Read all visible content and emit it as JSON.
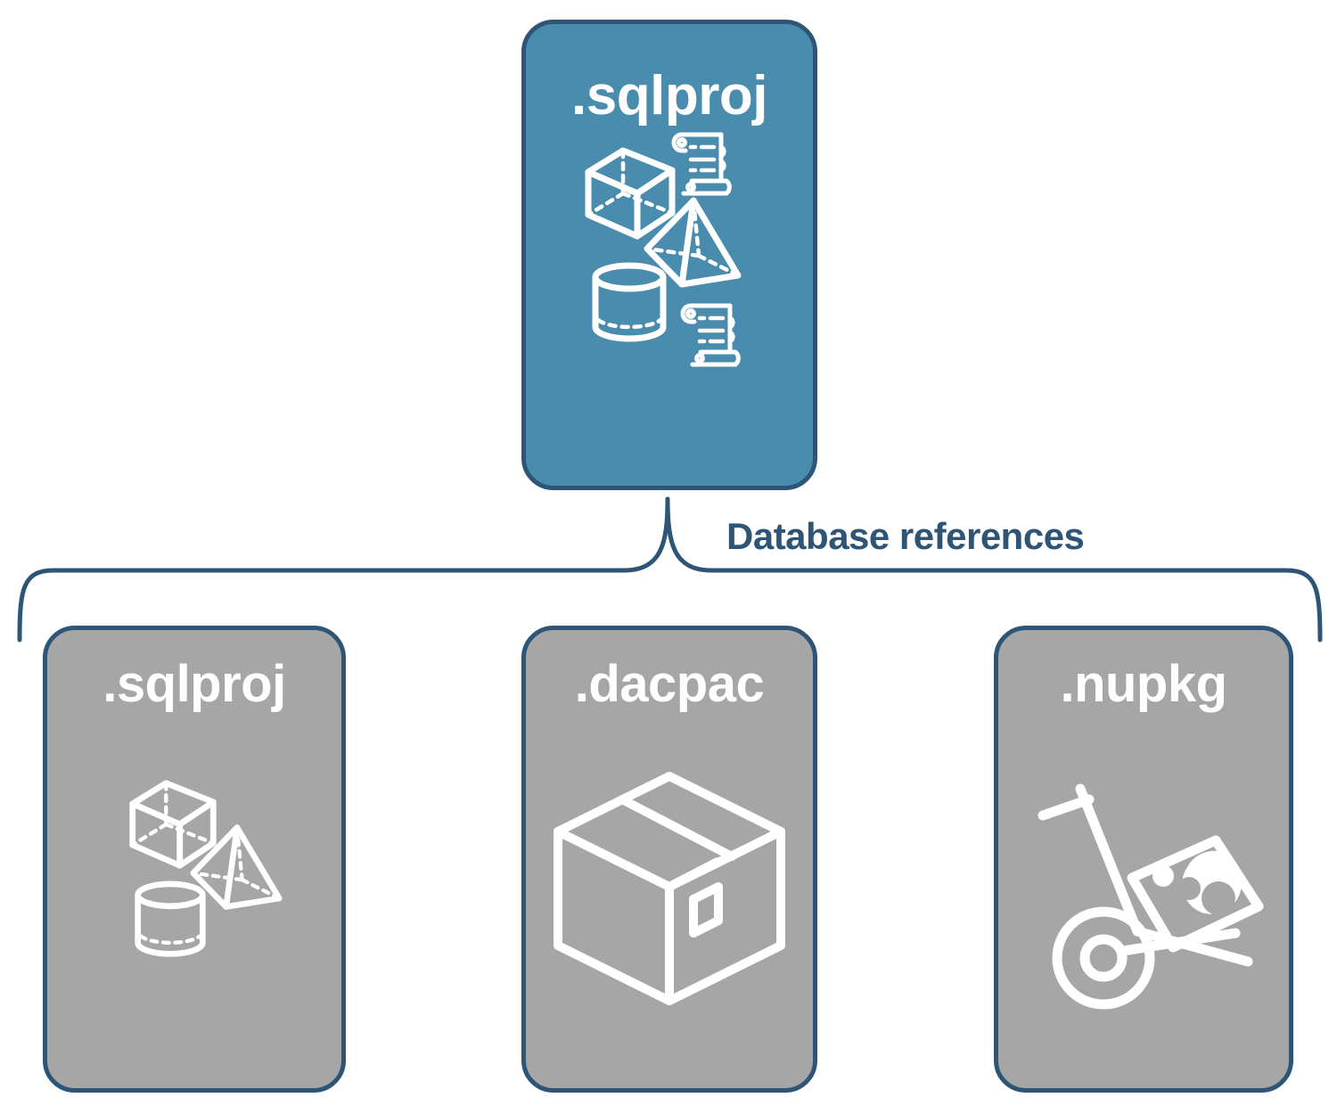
{
  "diagram": {
    "title_card": {
      "label": ".sqlproj",
      "fill": "#4a8cae",
      "border": "#2e5576",
      "icons": [
        "cube-icon",
        "pyramid-icon",
        "cylinder-icon",
        "scroll-icon",
        "scroll-icon"
      ]
    },
    "connector": {
      "label": "Database references",
      "color": "#2e5576",
      "style": "curly-brace"
    },
    "reference_cards": [
      {
        "label": ".sqlproj",
        "fill": "#a6a6a6",
        "border": "#2e5576",
        "icons": [
          "cube-icon",
          "pyramid-icon",
          "cylinder-icon"
        ]
      },
      {
        "label": ".dacpac",
        "fill": "#a6a6a6",
        "border": "#2e5576",
        "icons": [
          "package-box-icon"
        ]
      },
      {
        "label": ".nupkg",
        "fill": "#a6a6a6",
        "border": "#2e5576",
        "icons": [
          "hand-truck-nuget-package-icon"
        ]
      }
    ]
  }
}
